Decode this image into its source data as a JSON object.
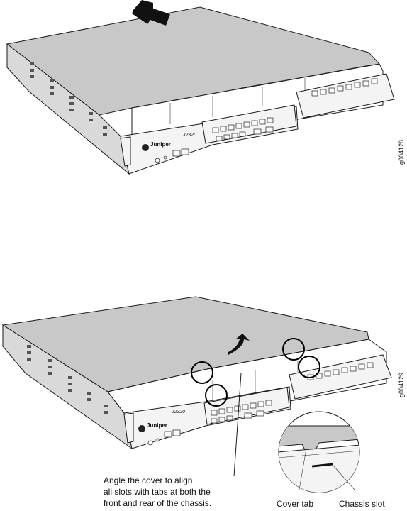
{
  "figure_top": {
    "figure_id": "g004128",
    "brand_name": "Juniper",
    "model_name": "J2320",
    "arrow": "up-arrow-icon"
  },
  "figure_bottom": {
    "figure_id": "g004129",
    "brand_name": "Juniper",
    "model_name": "J2320",
    "arrow": "curved-arrow-icon",
    "instruction_lines": [
      "Angle the cover to align",
      "all slots with tabs at both the",
      "front and rear of the chassis."
    ],
    "cover_tab_label": "Cover tab",
    "chassis_slot_label": "Chassis slot"
  }
}
